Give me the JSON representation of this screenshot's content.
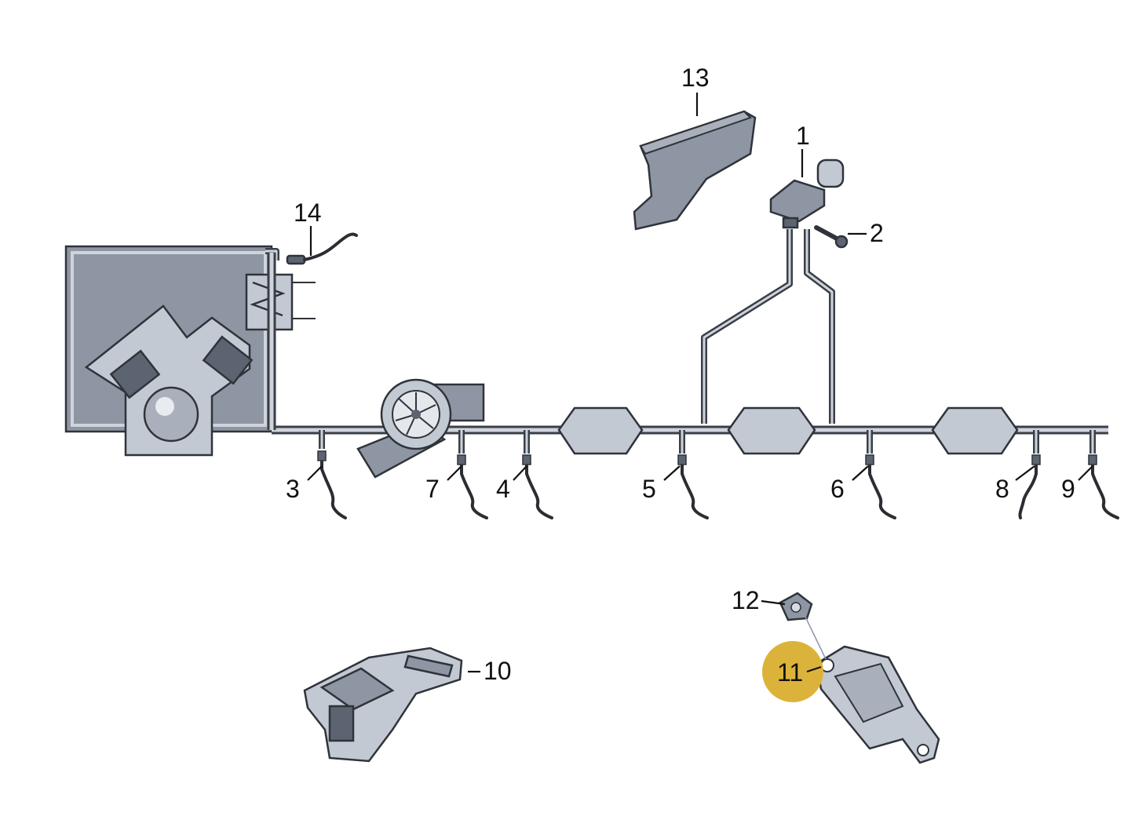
{
  "callouts": {
    "c1": "1",
    "c2": "2",
    "c3": "3",
    "c4": "4",
    "c5": "5",
    "c6": "6",
    "c7": "7",
    "c8": "8",
    "c9": "9",
    "c10": "10",
    "c11": "11",
    "c12": "12",
    "c13": "13",
    "c14": "14"
  },
  "colors": {
    "highlight": "#dcb33a",
    "part_fill": "#8e96a4",
    "outline": "#2f333a",
    "pipe_highlight": "#cfd4dc"
  }
}
